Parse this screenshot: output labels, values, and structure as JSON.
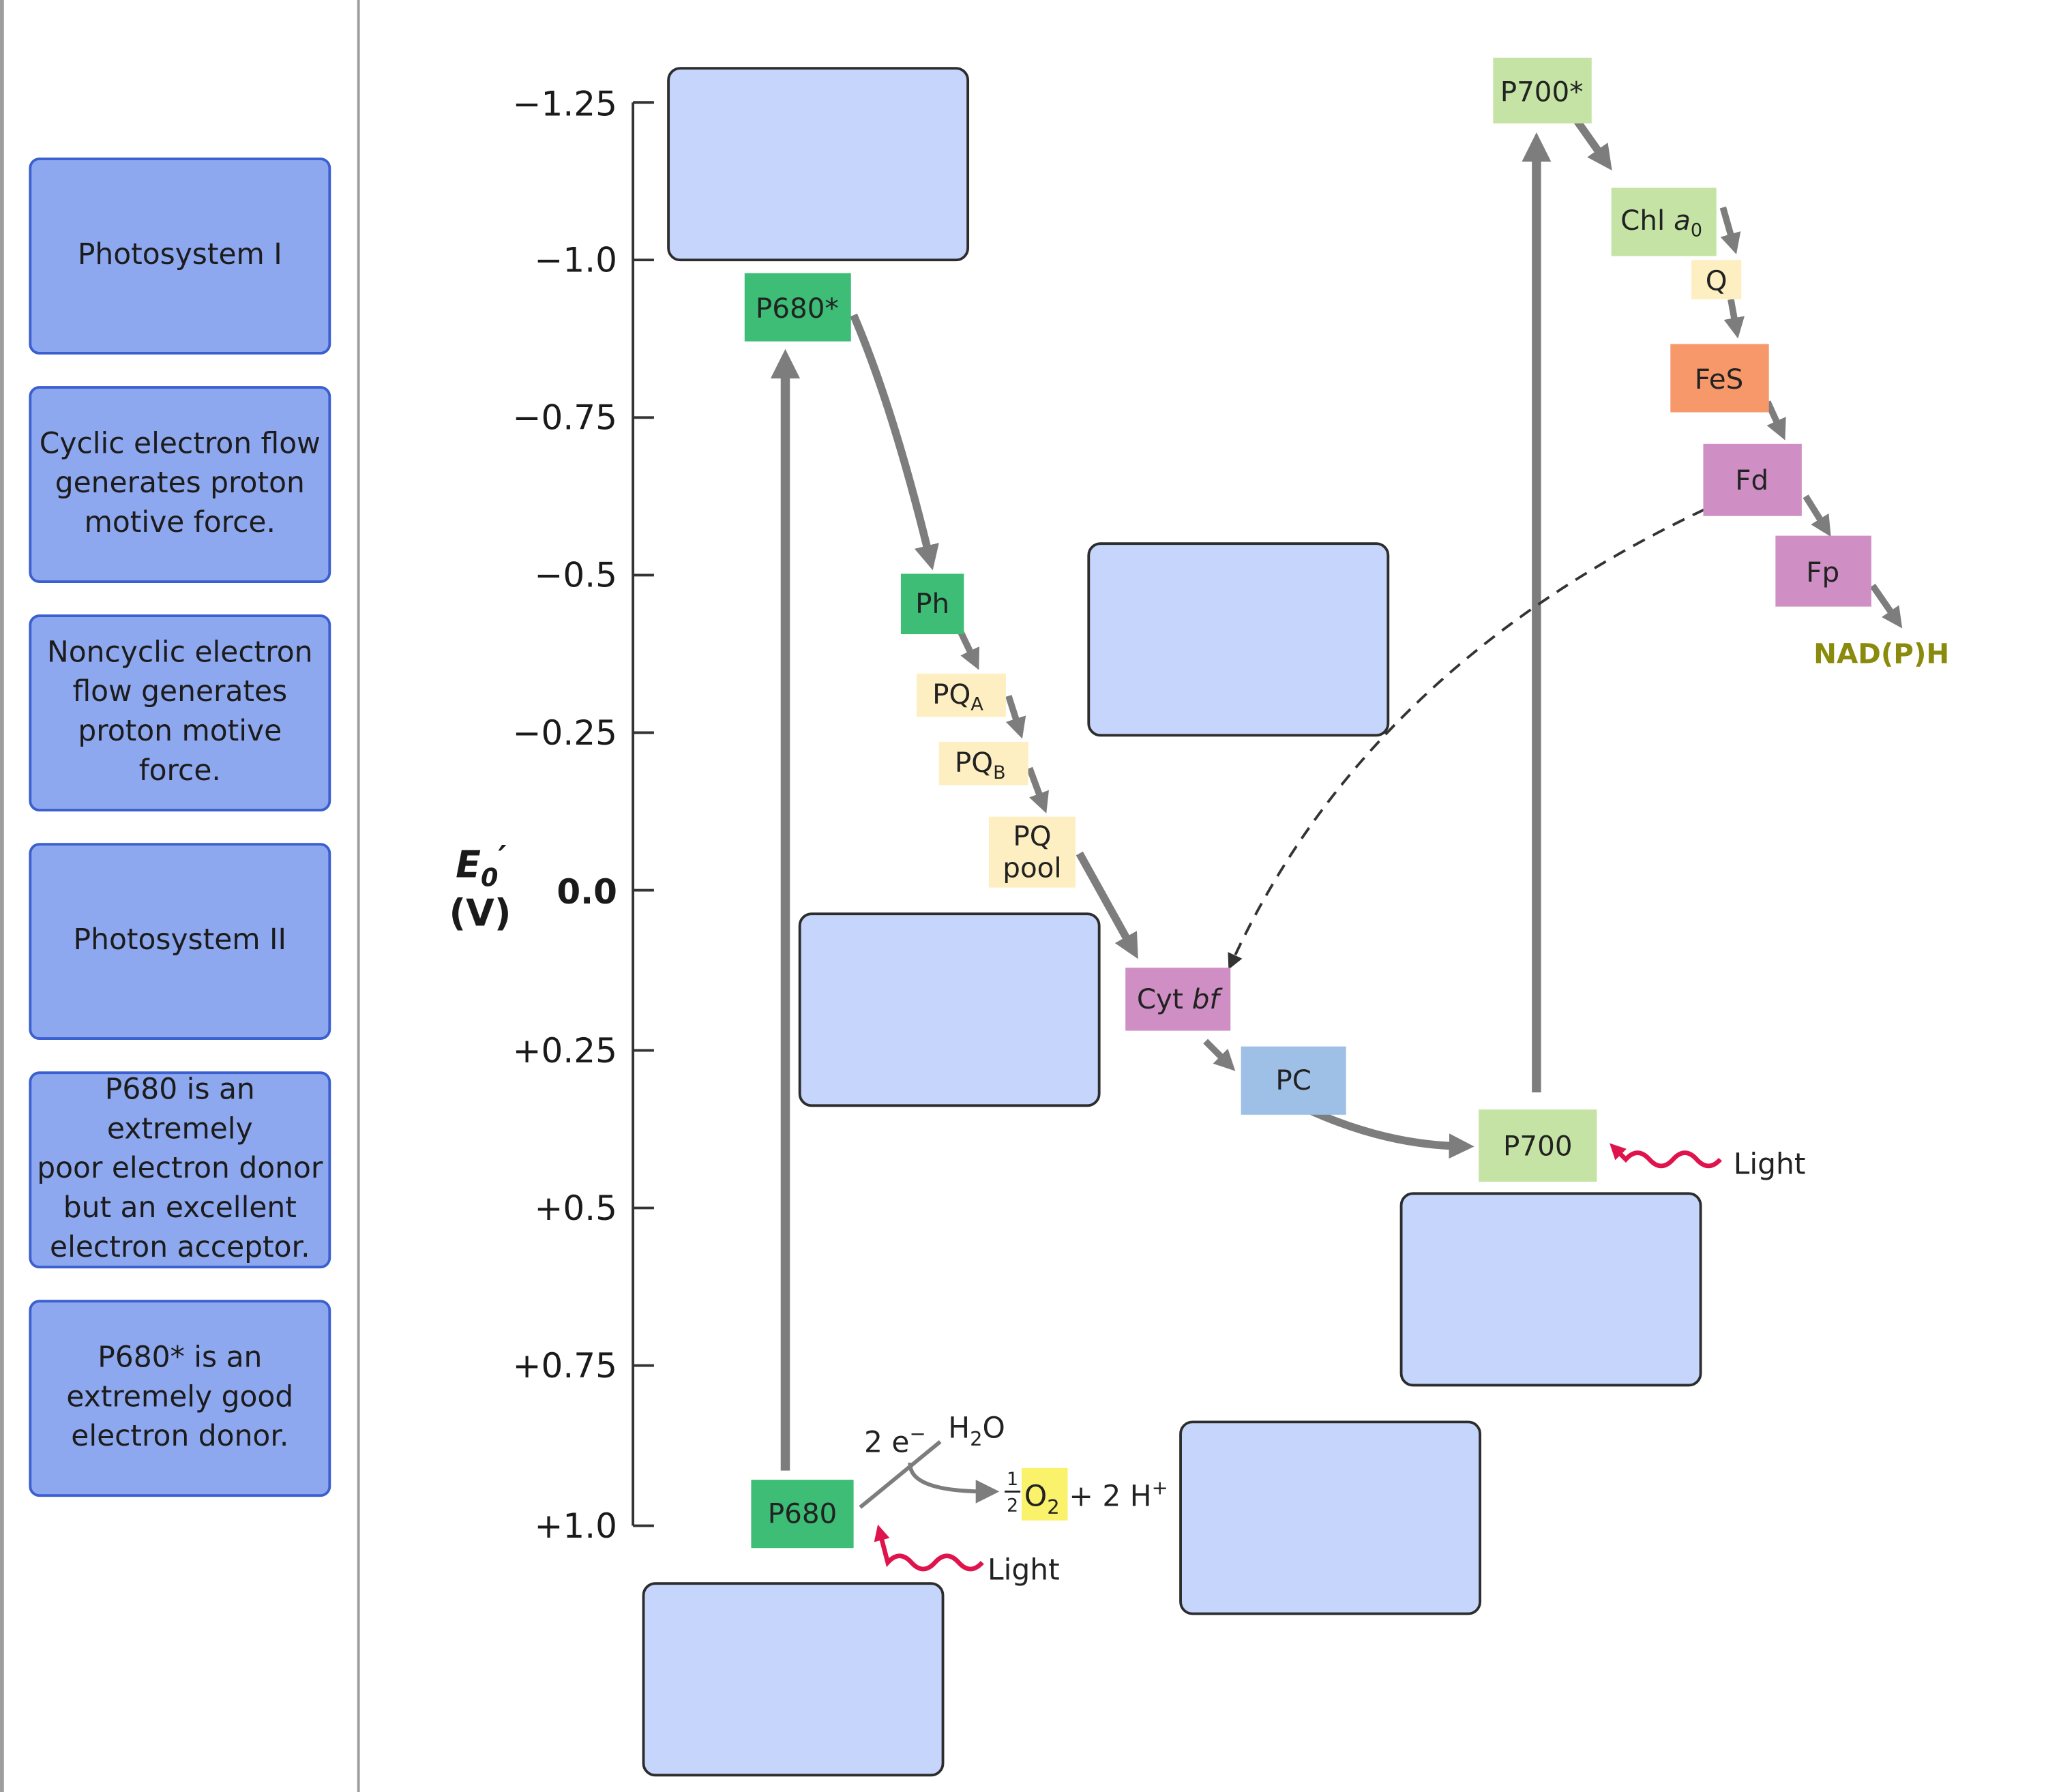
{
  "cards": [
    {
      "id": "photosystem-1",
      "lines": [
        "Photosystem I"
      ]
    },
    {
      "id": "cyclic-flow",
      "lines": [
        "Cyclic electron flow",
        "generates proton",
        "motive force."
      ]
    },
    {
      "id": "noncyclic-flow",
      "lines": [
        "Noncyclic electron",
        "flow generates",
        "proton motive force."
      ]
    },
    {
      "id": "photosystem-2",
      "lines": [
        "Photosystem II"
      ]
    },
    {
      "id": "p680-poor-donor",
      "lines": [
        "P680 is an extremely",
        "poor electron donor",
        "but an excellent",
        "electron acceptor."
      ]
    },
    {
      "id": "p680star-good-donor",
      "lines": [
        "P680* is an",
        "extremely good",
        "electron donor."
      ]
    }
  ],
  "axis": {
    "symbol": "E",
    "symbol_sub": "0",
    "symbol_prime": "′",
    "unit": "(V)",
    "ticks": [
      "−1.25",
      "−1.0",
      "−0.75",
      "−0.5",
      "−0.25",
      "0.0",
      "+0.25",
      "+0.5",
      "+0.75",
      "+1.0"
    ]
  },
  "components": {
    "p680": "P680",
    "p680star": "P680*",
    "ph": "Ph",
    "pqa_main": "PQ",
    "pqa_sub": "A",
    "pqb_main": "PQ",
    "pqb_sub": "B",
    "pq_pool_line1": "PQ",
    "pq_pool_line2": "pool",
    "cyt_main": "Cyt ",
    "cyt_italic": "bf",
    "pc": "PC",
    "p700": "P700",
    "p700star": "P700*",
    "chl_main": "Chl ",
    "chl_italic": "a",
    "chl_sub": "0",
    "q": "Q",
    "fes": "FeS",
    "fd": "Fd",
    "fp": "Fp",
    "nadph": "NAD(P)H"
  },
  "water_split": {
    "electrons": "2 e",
    "electrons_sup": "−",
    "h2o_h": "H",
    "h2o_sub": "2",
    "h2o_o": "O",
    "half_num": "1",
    "half_den": "2",
    "o2_o": "O",
    "o2_sub": "2",
    "protons": "+ 2 H",
    "protons_sup": "+"
  },
  "light_labels": {
    "p680": "Light",
    "p700": "Light"
  },
  "colors": {
    "card_fill": "#8ea8ef",
    "card_border": "#3b5fcf",
    "dropzone_fill": "#c6d5fb",
    "green_dark": "#3dbd76",
    "green_light": "#c5e3a4",
    "yellow_pale": "#fdefc2",
    "orange": "#f7986b",
    "pink": "#cf8fc4",
    "blue_pc": "#9ec0e6",
    "o2_yellow": "#f9f26a",
    "arrow_gray": "#7d7d7d",
    "light_red": "#e0144c",
    "nadph_olive": "#8a8a0c"
  }
}
